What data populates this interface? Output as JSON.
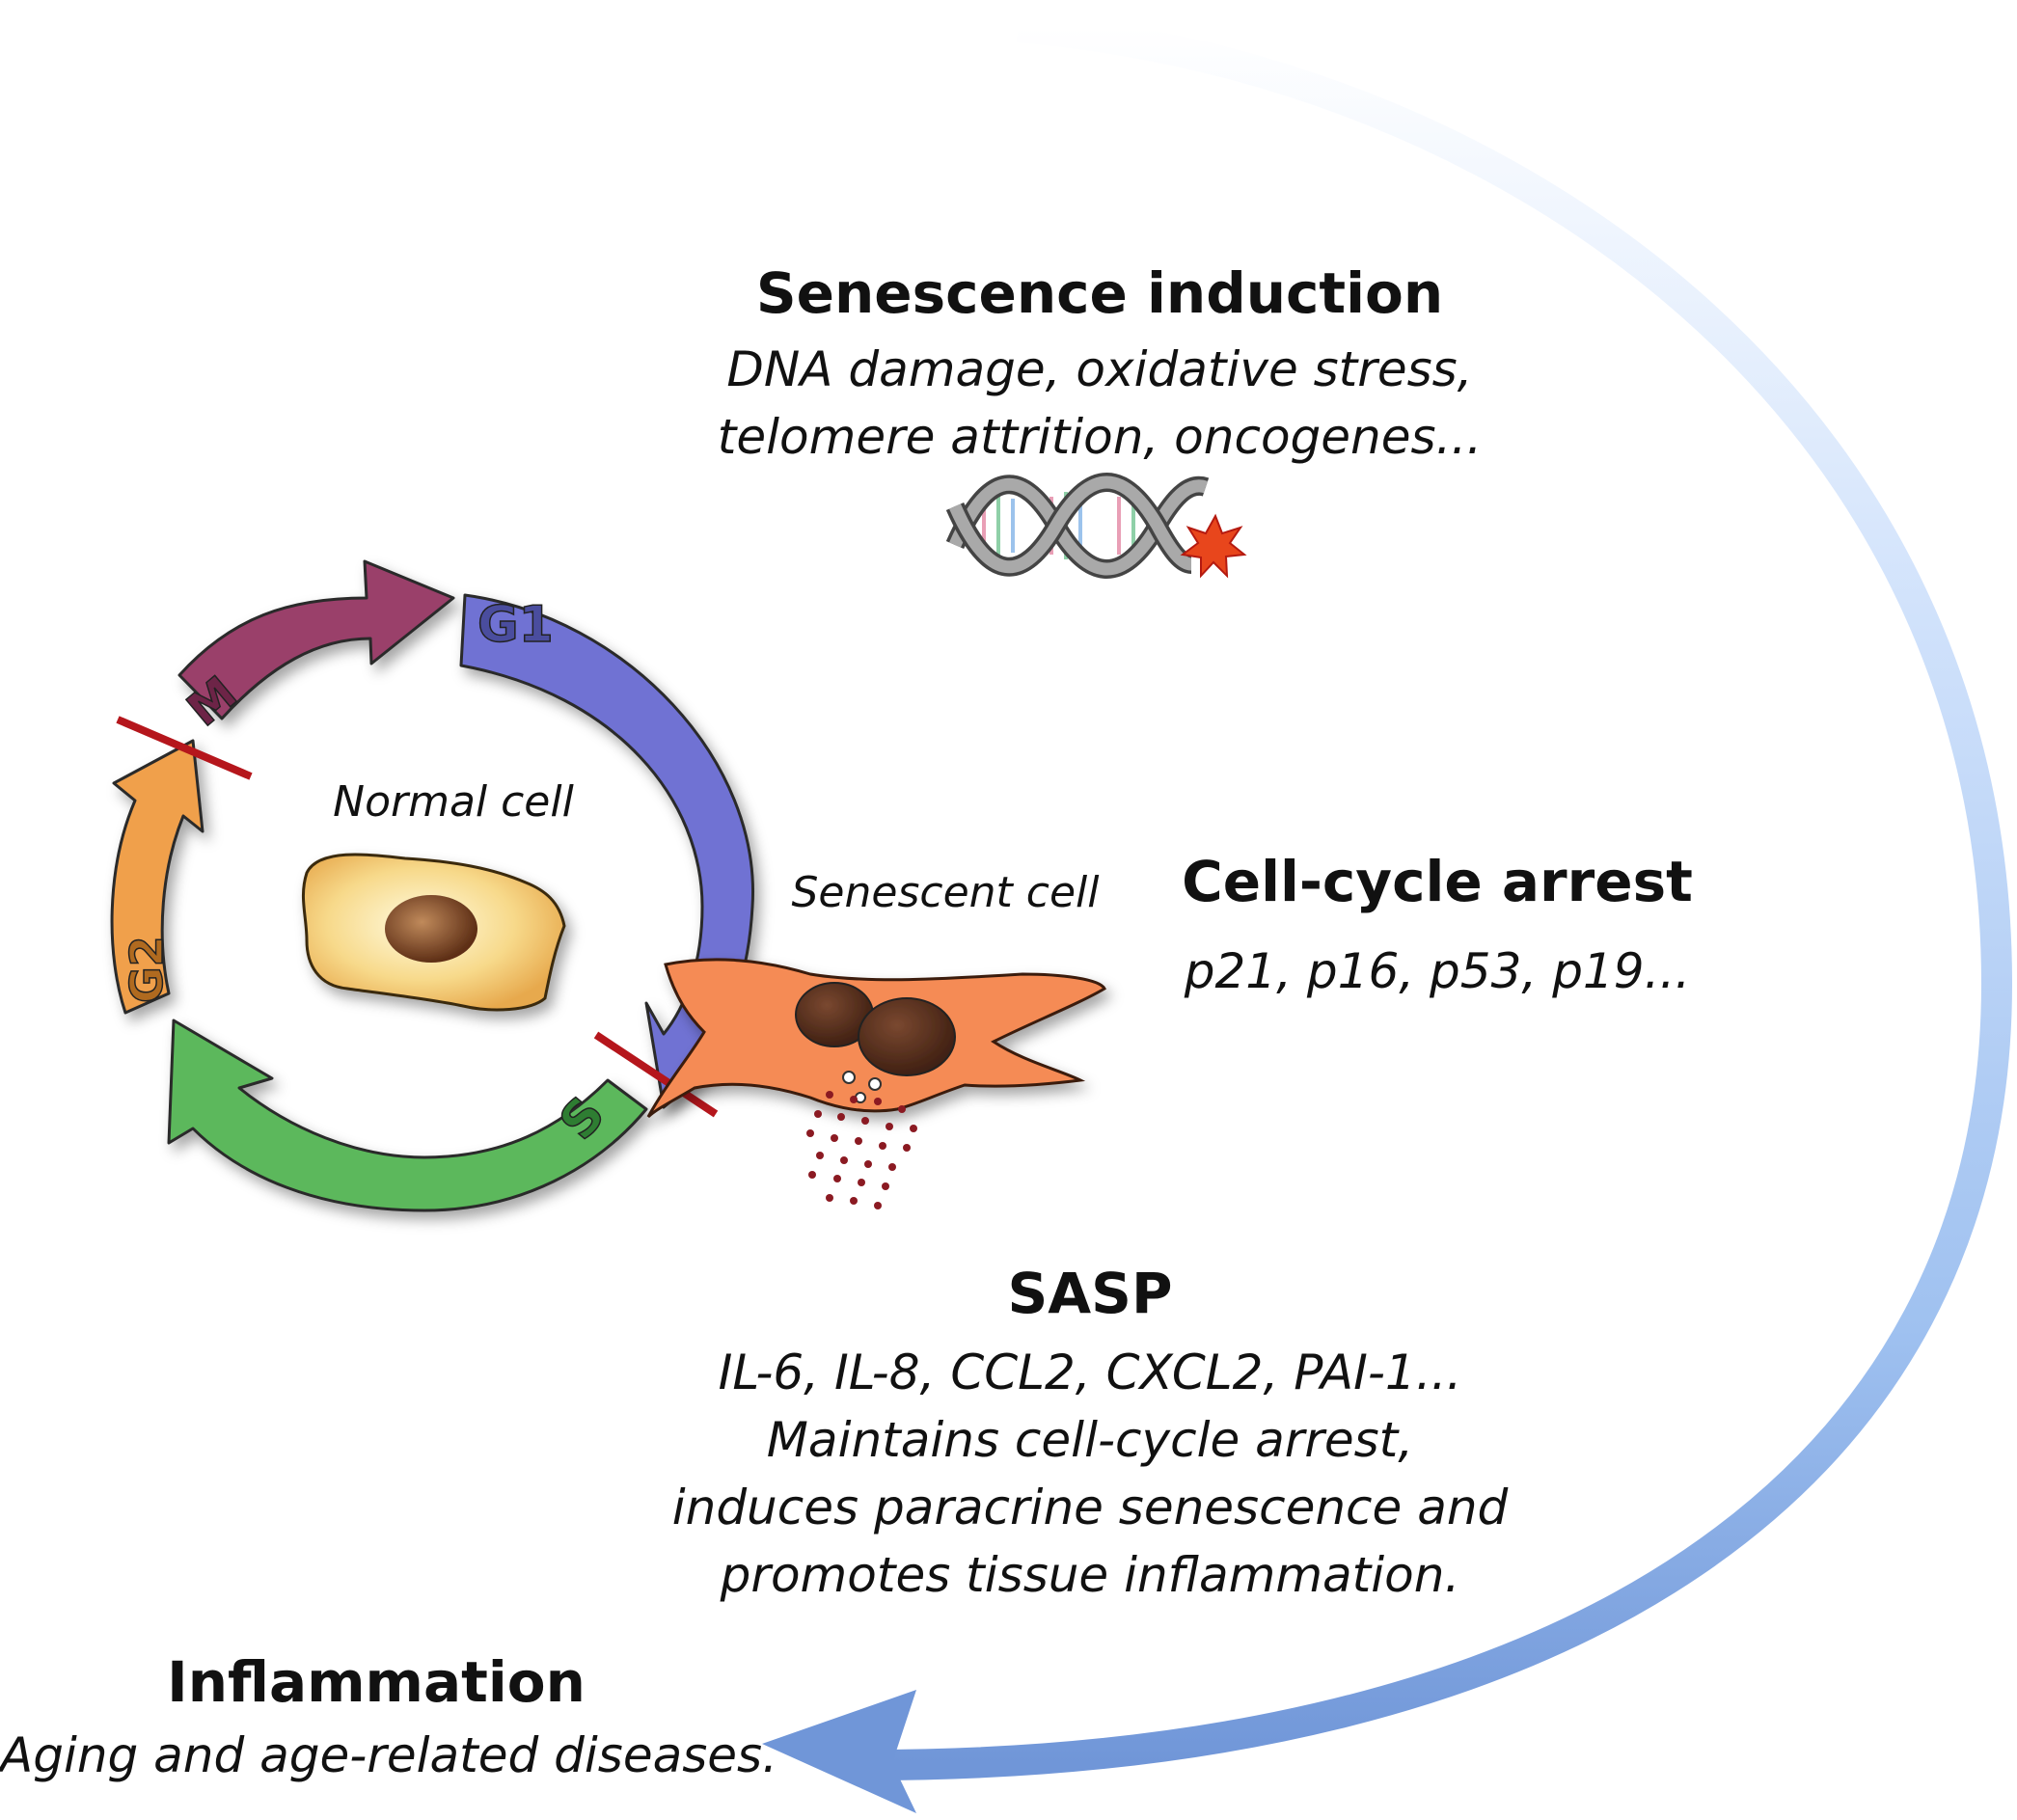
{
  "induction": {
    "title": "Senescence induction",
    "line1": "DNA damage, oxidative stress,",
    "line2": "telomere attrition, oncogenes..."
  },
  "arrest": {
    "title": "Cell-cycle arrest",
    "line1": "p21, p16, p53, p19..."
  },
  "sasp": {
    "title": "SASP",
    "line1": "IL-6, IL-8, CCL2, CXCL2, PAI-1...",
    "line2": "Maintains cell-cycle arrest,",
    "line3": "induces paracrine senescence and",
    "line4": "promotes tissue inflammation."
  },
  "inflammation": {
    "title": "Inflammation",
    "line1": "Aging and age-related diseases."
  },
  "cells": {
    "normal": "Normal cell",
    "senescent": "Senescent cell"
  },
  "phases": {
    "g1": "G1",
    "s": "S",
    "g2": "G2",
    "m": "M"
  },
  "colors": {
    "g1": "#6f72d3",
    "s": "#5cb85c",
    "g2": "#f0a04b",
    "m": "#9a3f6a",
    "block": "#b5161c",
    "senescent_cell": "#f58b55",
    "normal_cell": "#f7d98a",
    "nucleus": "#8a4a2a",
    "big_arrow": "#7ea5e0"
  }
}
